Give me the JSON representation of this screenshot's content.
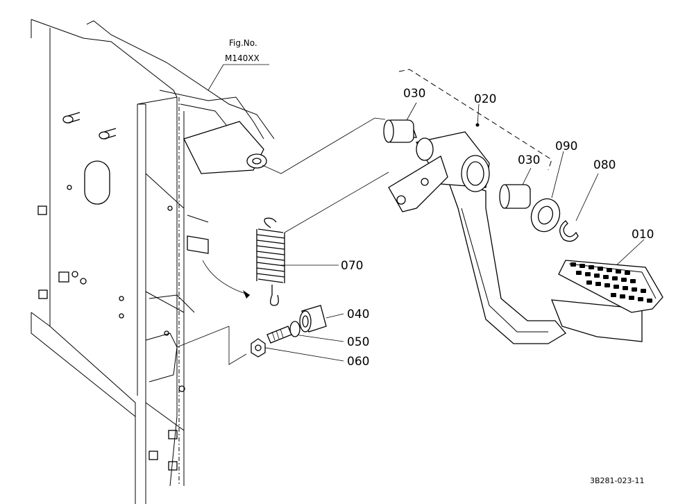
{
  "figure": {
    "fig_ref_line1": "Fig.No.",
    "fig_ref_line2": "M140XX",
    "drawing_code": "3B281-023-11"
  },
  "parts": [
    {
      "id": "010"
    },
    {
      "id": "020"
    },
    {
      "id": "030a",
      "label": "030"
    },
    {
      "id": "030b",
      "label": "030"
    },
    {
      "id": "040"
    },
    {
      "id": "050"
    },
    {
      "id": "060"
    },
    {
      "id": "070"
    },
    {
      "id": "080"
    },
    {
      "id": "090"
    }
  ],
  "labels": {
    "p010": "010",
    "p020": "020",
    "p030a": "030",
    "p030b": "030",
    "p040": "040",
    "p050": "050",
    "p060": "060",
    "p070": "070",
    "p080": "080",
    "p090": "090"
  }
}
